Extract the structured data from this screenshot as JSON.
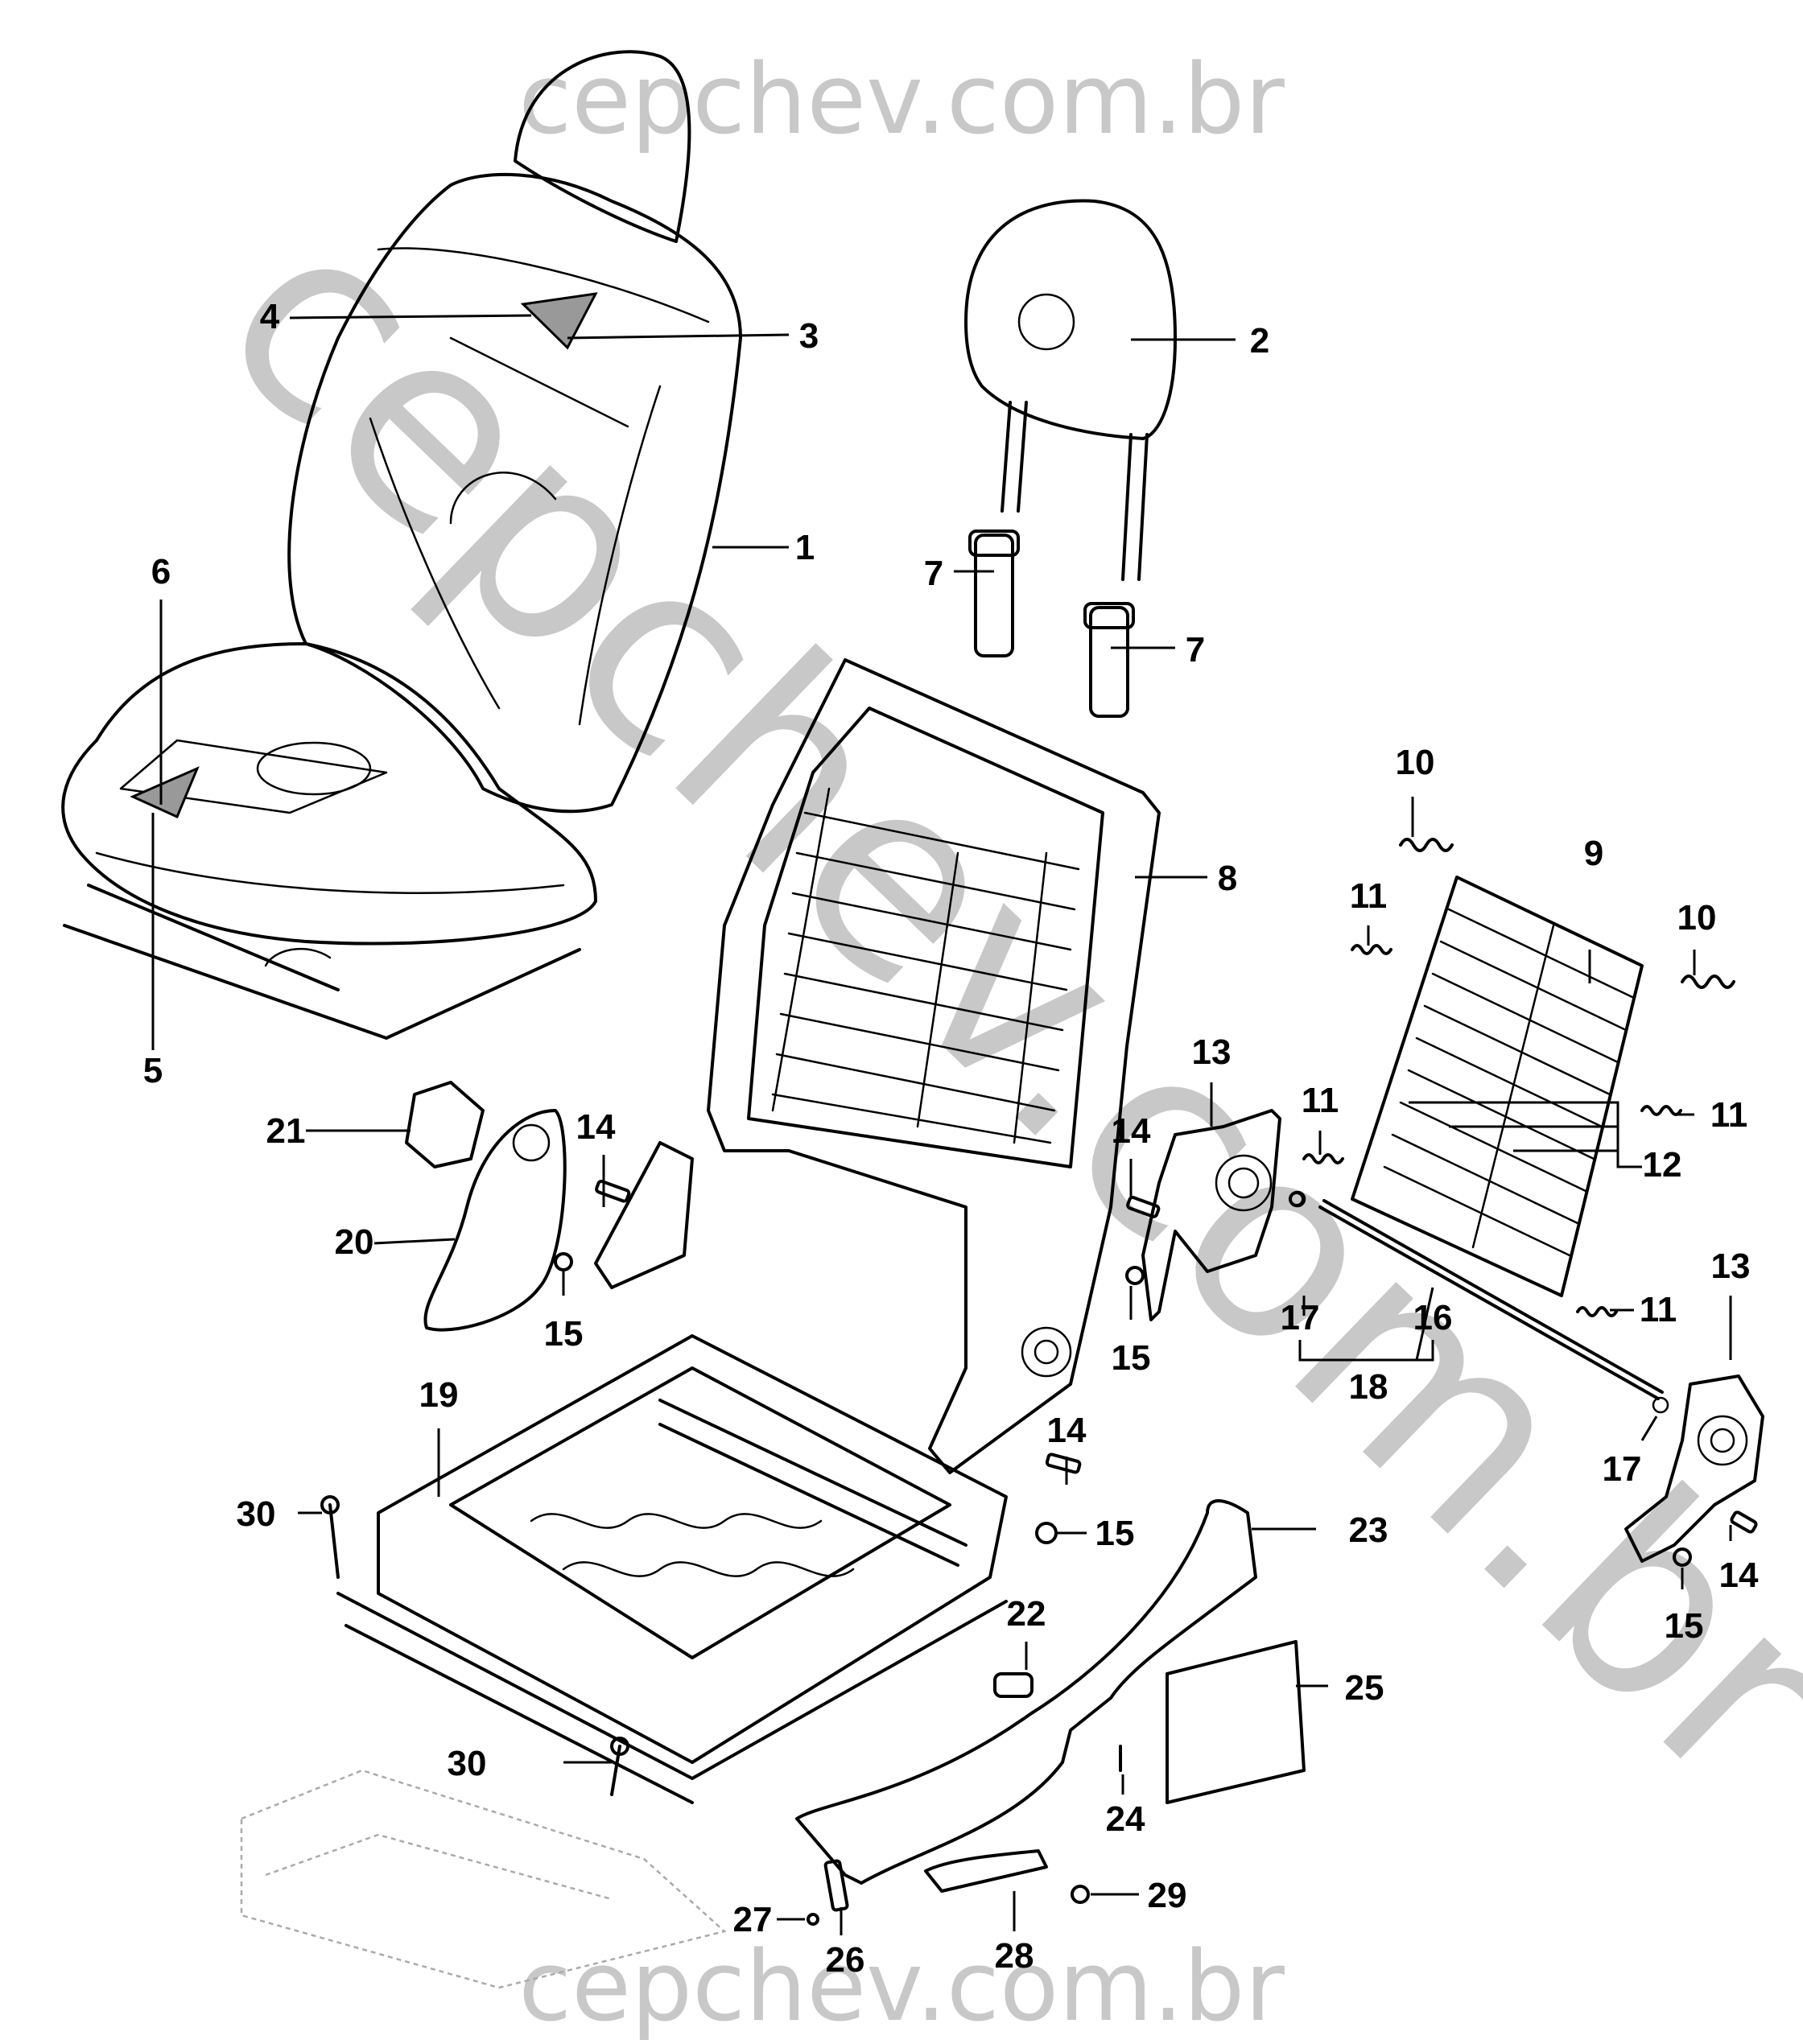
{
  "watermark": {
    "top": "cepchev.com.br",
    "bottom": "cepchev.com.br",
    "diagonal": "cepchev.com.br"
  },
  "callouts": [
    "1",
    "2",
    "3",
    "4",
    "5",
    "6",
    "7",
    "7",
    "8",
    "9",
    "10",
    "10",
    "11",
    "11",
    "11",
    "11",
    "12",
    "13",
    "13",
    "14",
    "14",
    "14",
    "14",
    "15",
    "15",
    "15",
    "15",
    "16",
    "17",
    "17",
    "18",
    "19",
    "20",
    "21",
    "22",
    "23",
    "24",
    "25",
    "26",
    "27",
    "28",
    "29",
    "30",
    "30"
  ]
}
